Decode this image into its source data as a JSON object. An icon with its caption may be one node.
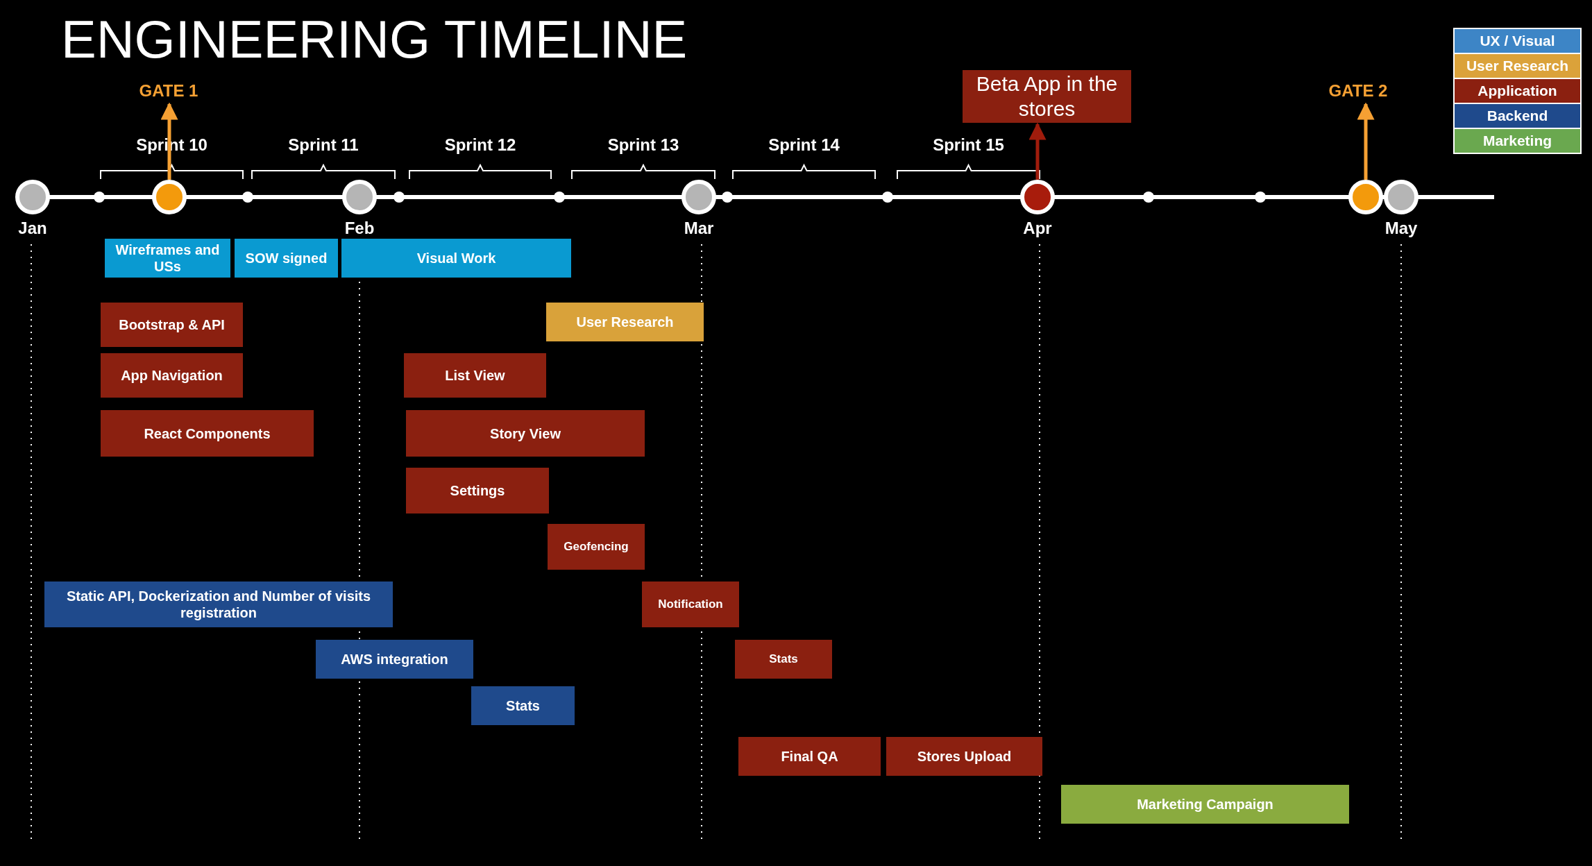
{
  "diagram": {
    "title": "ENGINEERING TIMELINE",
    "nodes": [
      {
        "text": [
          "GATE 1"
        ]
      },
      {
        "text": [
          "Beta App in the stores"
        ]
      },
      {
        "text": [
          "GATE 2"
        ]
      },
      {
        "text": [],
        "shape": "circle",
        "beside": [
          "Jan"
        ]
      },
      {
        "text": [],
        "shape": "circle"
      },
      {
        "text": [],
        "shape": "circle",
        "beside": [
          "Feb"
        ]
      },
      {
        "text": [],
        "shape": "circle",
        "beside": [
          "Mar"
        ]
      },
      {
        "text": [],
        "shape": "circle",
        "beside": [
          "Apr"
        ]
      },
      {
        "text": [],
        "shape": "circle"
      },
      {
        "text": [],
        "shape": "circle",
        "beside": [
          "May"
        ]
      },
      {
        "text": [
          "Wireframes and USs"
        ]
      },
      {
        "text": [
          "SOW signed"
        ]
      },
      {
        "text": [
          "Visual Work"
        ]
      },
      {
        "text": [
          "Bootstrap & API"
        ]
      },
      {
        "text": [
          "User Research"
        ]
      },
      {
        "text": [
          "App Navigation"
        ]
      },
      {
        "text": [
          "List View"
        ]
      },
      {
        "text": [
          "React Components"
        ]
      },
      {
        "text": [
          "Story View"
        ]
      },
      {
        "text": [
          "Settings"
        ]
      },
      {
        "text": [
          "Geofencing"
        ]
      },
      {
        "text": [
          "Static API, Dockerization and Number of visits registration"
        ]
      },
      {
        "text": [
          "Notification"
        ]
      },
      {
        "text": [
          "AWS integration"
        ]
      },
      {
        "text": [
          "Stats"
        ]
      },
      {
        "text": [
          "Stats"
        ]
      },
      {
        "text": [
          "Final QA"
        ]
      },
      {
        "text": [
          "Stores Upload"
        ]
      },
      {
        "text": [
          "Marketing Campaign"
        ]
      }
    ],
    "edges": [
      {
        "from": 4,
        "to": 0,
        "arrow": "to",
        "color": "#f5a033"
      },
      {
        "from": 7,
        "to": 1,
        "arrow": "to",
        "color": "#a01c0c"
      },
      {
        "from": 8,
        "to": 2,
        "arrow": "to",
        "color": "#f5a033"
      }
    ],
    "labels": [
      "Sprint 10",
      "Sprint 11",
      "Sprint 12",
      "Sprint 13",
      "Sprint 14",
      "Sprint 15"
    ],
    "legend": [
      {
        "text": "UX / Visual",
        "color": "#3d85c6"
      },
      {
        "text": "User Research",
        "color": "#dba23a"
      },
      {
        "text": "Application",
        "color": "#8b2010"
      },
      {
        "text": "Backend",
        "color": "#1f4a8c"
      },
      {
        "text": "Marketing",
        "color": "#6aa84f"
      }
    ]
  }
}
